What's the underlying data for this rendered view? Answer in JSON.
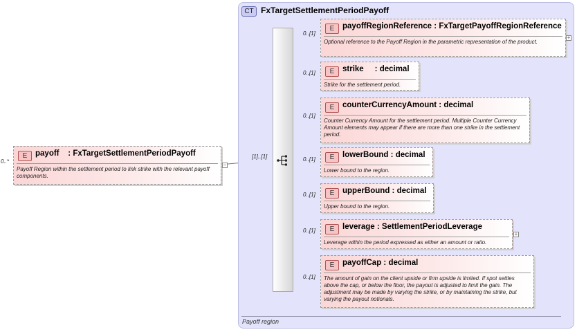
{
  "root": {
    "cardinality": "0..*",
    "badge": "E",
    "name": "payoff",
    "type": "FxTargetSettlementPeriodPayoff",
    "description": "Payoff Region within the settlement period to link strike with the relevant payoff components."
  },
  "complex_type": {
    "badge": "CT",
    "name": "FxTargetSettlementPeriodPayoff",
    "footer": "Payoff region"
  },
  "sequence": {
    "cardinality": "[1]..[1]"
  },
  "children": [
    {
      "cardinality": "0..[1]",
      "badge": "E",
      "name": "payoffRegionReference",
      "type": "FxTargetPayoffRegionReference",
      "description": "Optional reference to the Payoff Region in the parametric representation of the product.",
      "expandable": true
    },
    {
      "cardinality": "0..[1]",
      "badge": "E",
      "name": "strike",
      "type": "decimal",
      "description": "Strike for the settlement period.",
      "expandable": false
    },
    {
      "cardinality": "0..[1]",
      "badge": "E",
      "name": "counterCurrencyAmount",
      "type": "decimal",
      "description": "Counter Currency Amount for the settlement period. Multiple Counter Currency Amount elements may appear if there are more than one strike in the settlement period.",
      "expandable": false
    },
    {
      "cardinality": "0..[1]",
      "badge": "E",
      "name": "lowerBound",
      "type": "decimal",
      "description": "Lower bound to the region.",
      "expandable": false
    },
    {
      "cardinality": "0..[1]",
      "badge": "E",
      "name": "upperBound",
      "type": "decimal",
      "description": "Upper bound to the region.",
      "expandable": false
    },
    {
      "cardinality": "0..[1]",
      "badge": "E",
      "name": "leverage",
      "type": "SettlementPeriodLeverage",
      "description": "Leverage within the period expressed as either an amount or ratio.",
      "expandable": true
    },
    {
      "cardinality": "0..[1]",
      "badge": "E",
      "name": "payoffCap",
      "type": "decimal",
      "description": "The amount of gain on the client upside or firm upside is limited. If spot settles above the cap, or below the floor, the payout is adjusted to limit the gain. The adjustment may be made by varying the strike, or by maintaining the strike, but varying the payout notionals.",
      "expandable": false
    }
  ]
}
